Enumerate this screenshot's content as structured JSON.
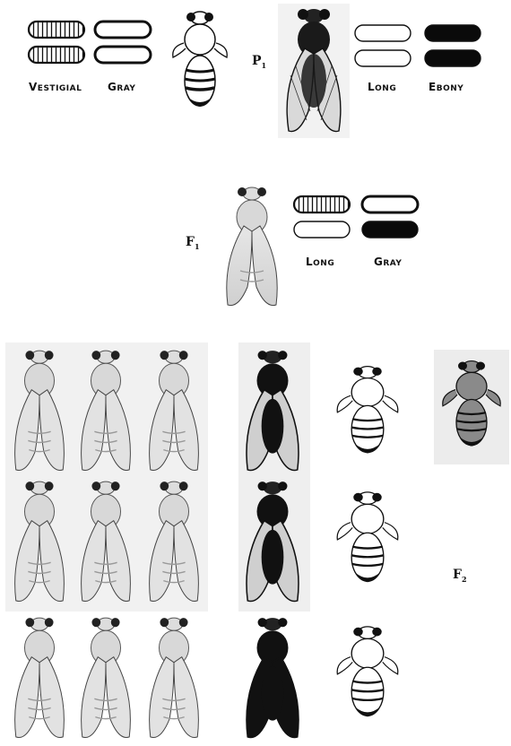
{
  "generations": {
    "p1": "P",
    "p1_sub": "1",
    "f1": "F",
    "f1_sub": "1",
    "f2": "F",
    "f2_sub": "2"
  },
  "labels": {
    "vestigial": "Vestigial",
    "gray_p1": "Gray",
    "long_p1": "Long",
    "ebony": "Ebony",
    "long_f1": "Long",
    "gray_f1": "Gray"
  },
  "colors": {
    "ink": "#111111",
    "ebony_fill": "#0a0a0a",
    "body_gray": "#cfcfcf",
    "paper": "#ffffff"
  },
  "icons": {
    "vestigial_fly": "vestigial-wing-fly-icon",
    "ebony_fly": "ebony-long-wing-fly-icon",
    "hybrid_fly": "gray-long-wing-fly-icon",
    "vestigial_ebony_fly": "vestigial-ebony-fly-icon"
  }
}
